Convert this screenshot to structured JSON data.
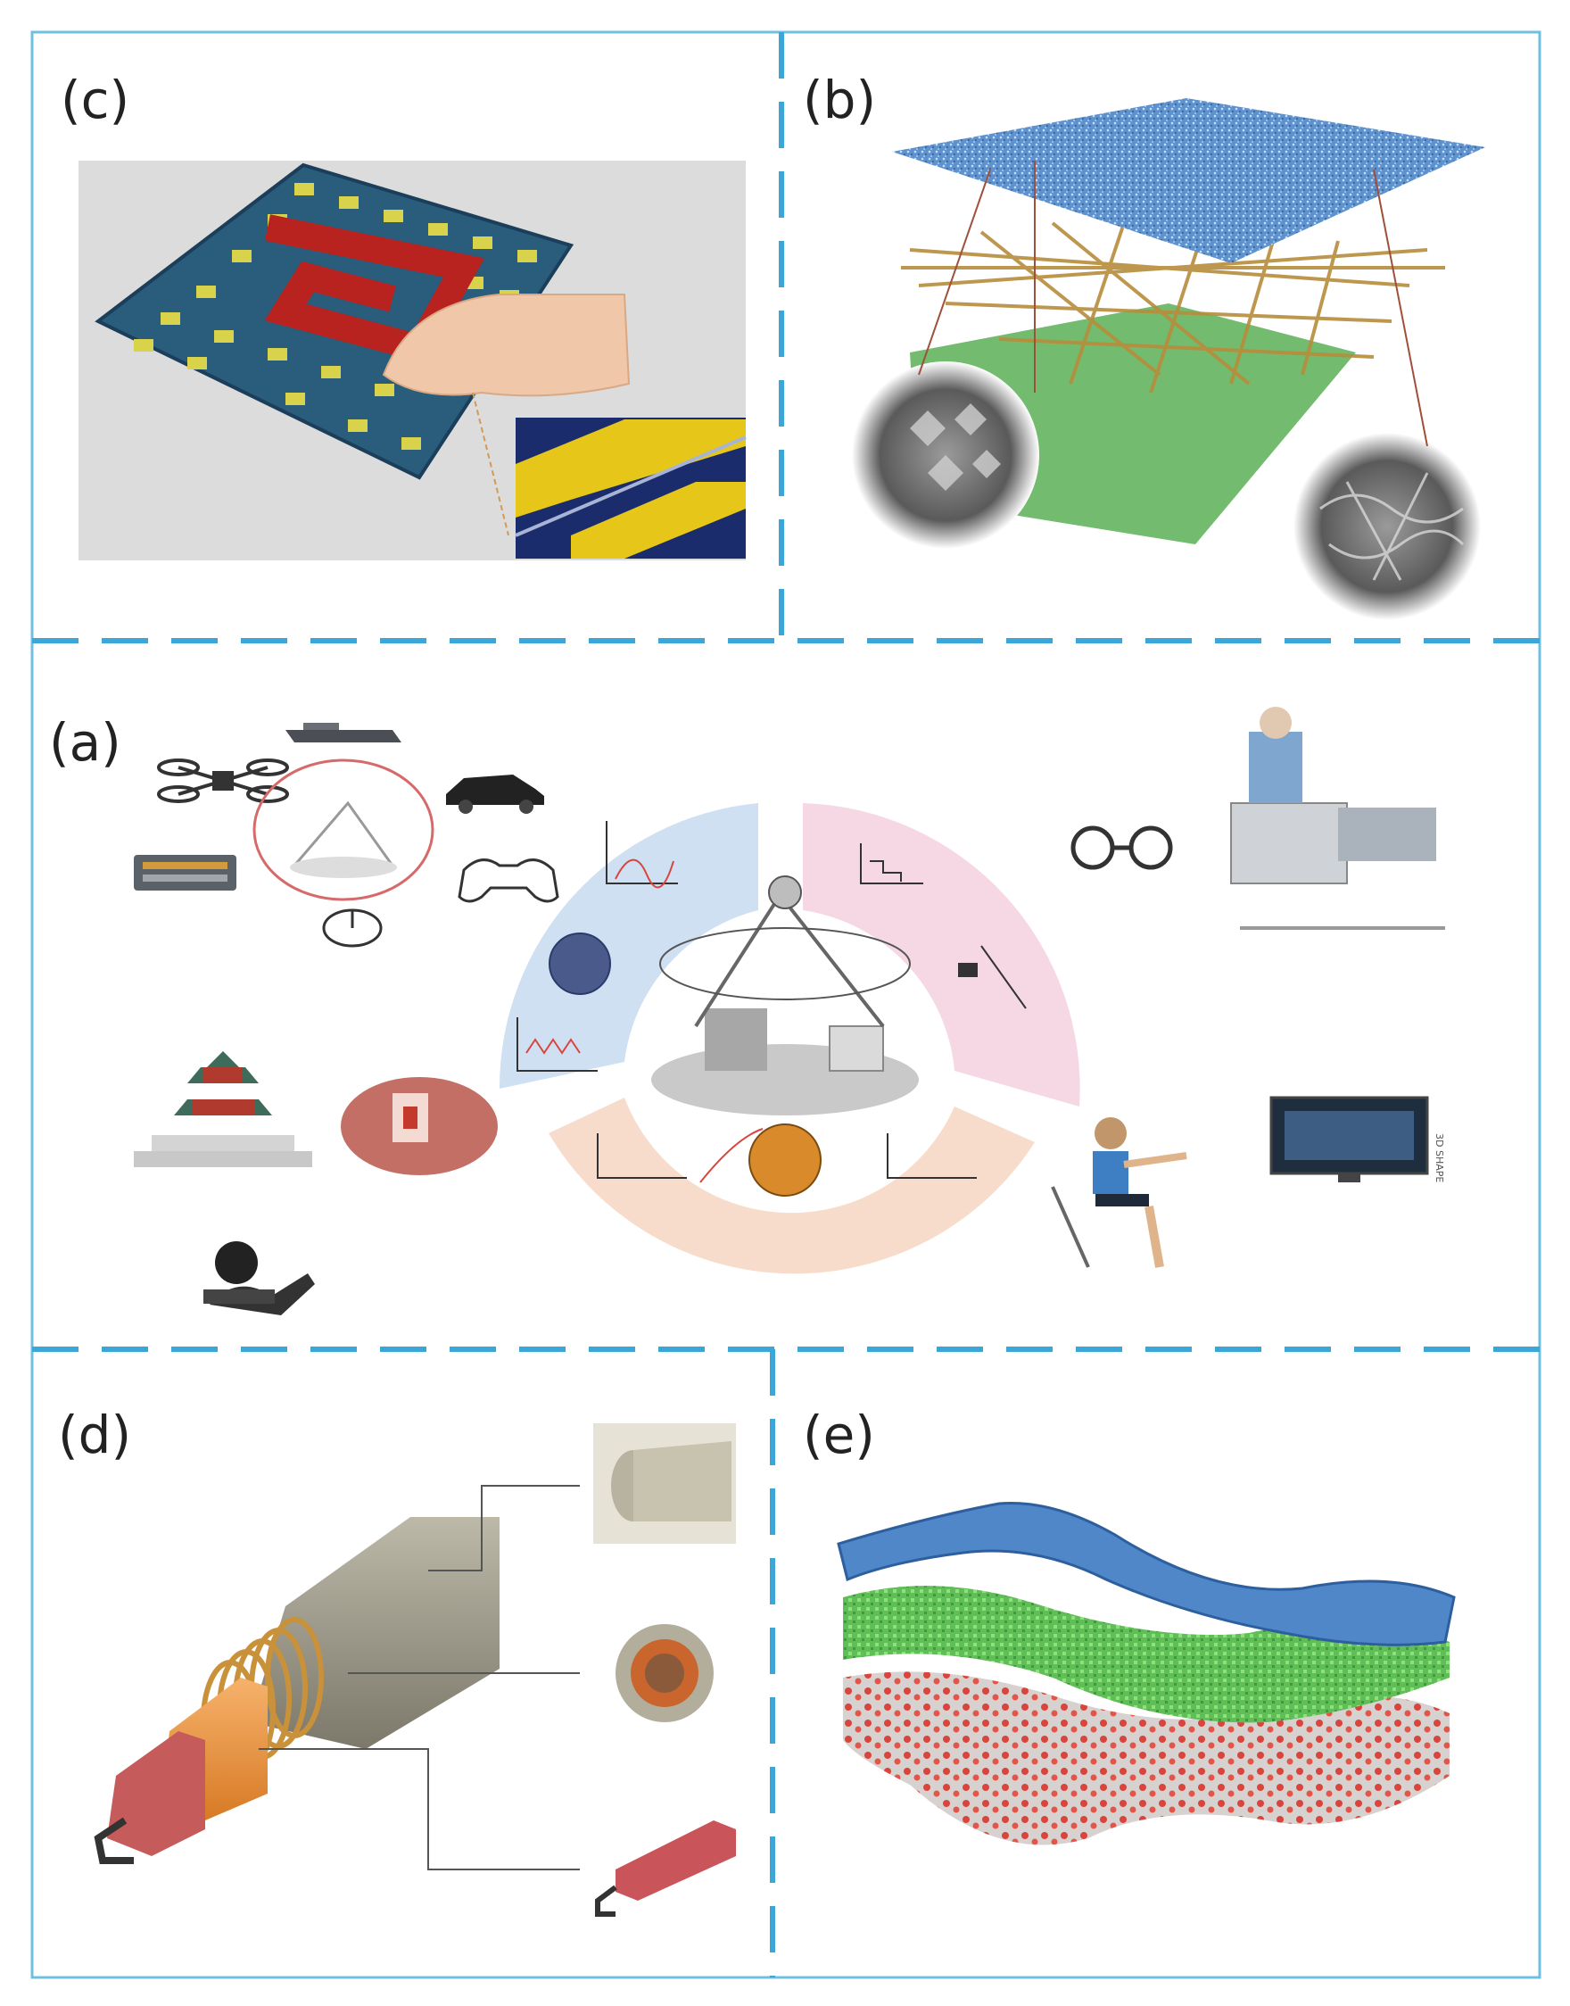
{
  "figure": {
    "panels": {
      "a": {
        "label": "(a)"
      },
      "b": {
        "label": "(b)"
      },
      "c": {
        "label": "(c)"
      },
      "d": {
        "label": "(d)"
      },
      "e": {
        "label": "(e)"
      }
    },
    "screen_axis_text": "3D SHAPE"
  },
  "colors": {
    "divider": "#3aa7d8",
    "frame": "#6fc0e0",
    "wedge_blue": "#cfe0f2",
    "wedge_pink": "#f6d8e4",
    "wedge_peach": "#f8dccb",
    "film_blue": "#4f87c9",
    "film_green": "#63b45f",
    "particle_red": "#d9453c",
    "electrode_red": "#b8221f"
  }
}
